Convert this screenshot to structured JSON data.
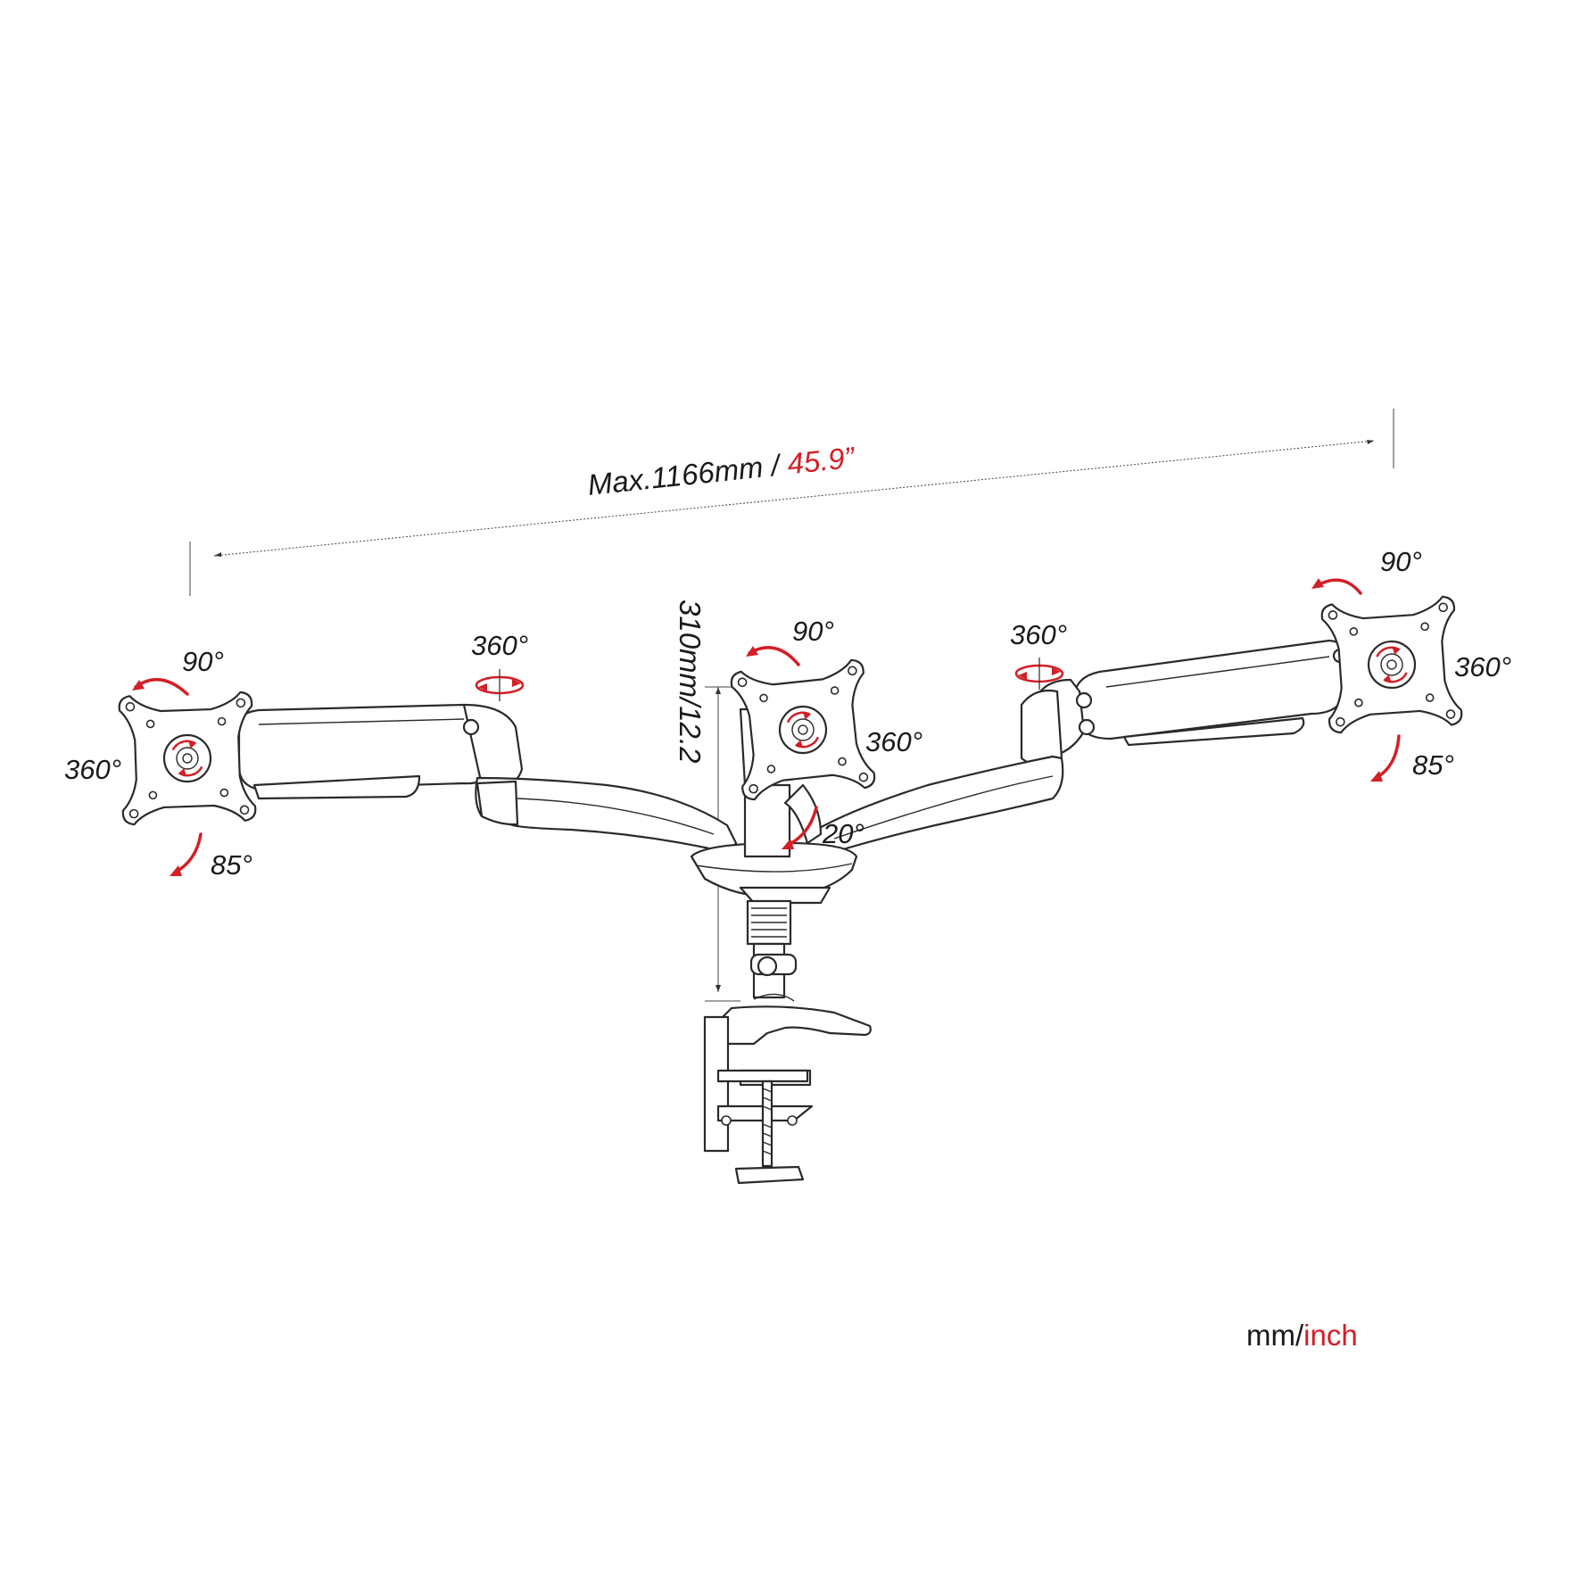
{
  "dimensions": {
    "width_text": "Max.1166mm / ",
    "width_inch": "45.9”",
    "height_text": "310mm/12.2"
  },
  "rotation_labels": {
    "left_tilt_up": "90°",
    "left_rotate": "360°",
    "left_tilt_down": "85°",
    "left_swivel": "360°",
    "center_tilt_up": "90°",
    "center_rotate": "360°",
    "center_tilt_down": "20°",
    "right_swivel": "360°",
    "right_tilt_up": "90°",
    "right_rotate": "360°",
    "right_tilt_down": "85°"
  },
  "legend": {
    "metric": "mm/",
    "imperial": "inch"
  },
  "colors": {
    "accent": "#d21f26",
    "line": "#2a2a2a",
    "text": "#1a1a1a"
  }
}
